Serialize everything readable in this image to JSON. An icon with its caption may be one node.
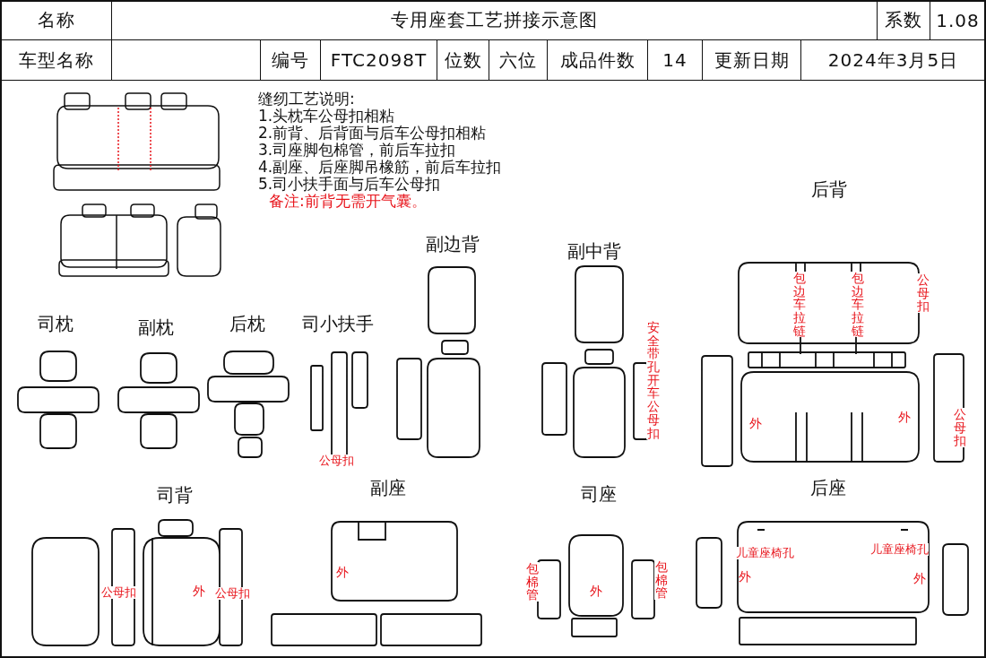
{
  "diagram": {
    "title": "专用座套工艺拼接示意图",
    "labels": [
      "名称",
      "系数",
      "1.08",
      "车型名称",
      "编号",
      "FTC2098T",
      "位数",
      "六位",
      "成品件数",
      "14",
      "更新日期",
      "2024年3月5日",
      "缝纫工艺说明:",
      "1.头枕车公母扣相粘",
      "2.前背、后背面与后车公母扣相粘",
      "3.司座脚包棉管，前后车拉扣",
      "4.副座、后座脚吊橡筋，前后车拉扣",
      "5.司小扶手面与后车公母扣",
      "备注:前背无需开气囊。",
      "后背",
      "副边背",
      "副中背",
      "司枕",
      "副枕",
      "后枕",
      "司小扶手",
      "安全带孔开车公母扣",
      "包边车拉链",
      "包边车拉链",
      "公母扣",
      "外",
      "外",
      "公母扣",
      "公母扣",
      "司背",
      "副座",
      "司座",
      "后座",
      "公母扣",
      "外",
      "公母扣",
      "外",
      "包棉管",
      "外",
      "包棉管",
      "儿童座椅孔",
      "儿童座椅孔",
      "外",
      "外"
    ]
  }
}
